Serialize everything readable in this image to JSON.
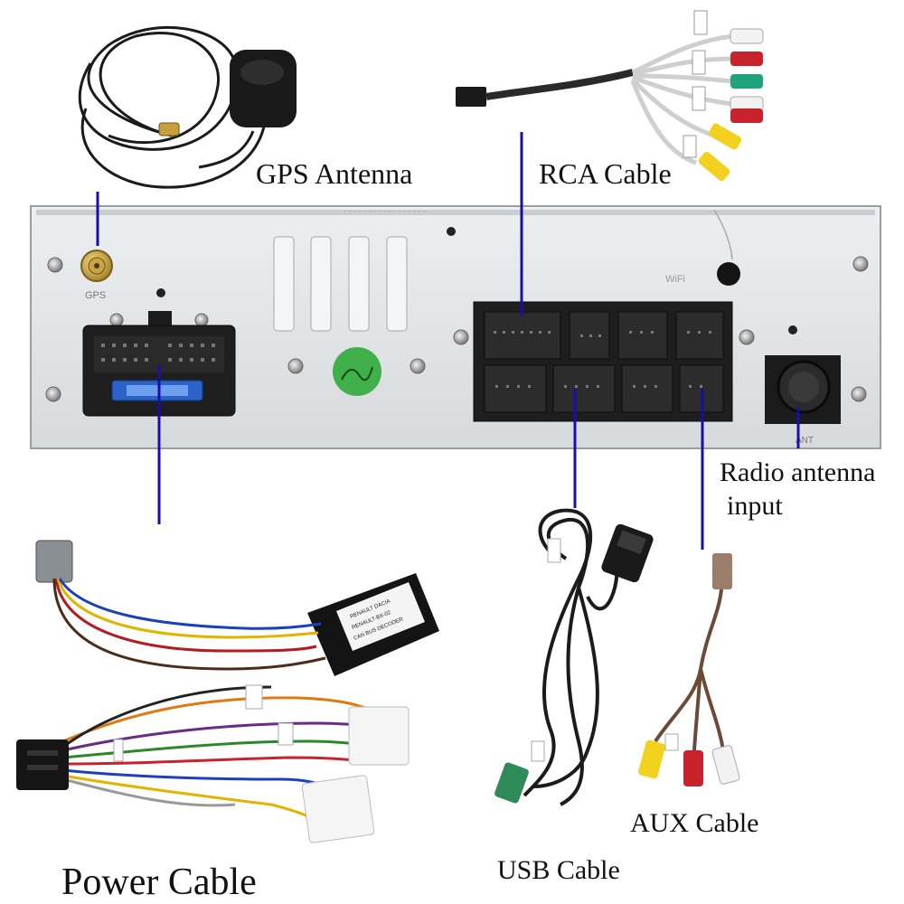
{
  "labels": {
    "gps_antenna": "GPS Antenna",
    "rca_cable": "RCA Cable",
    "radio_antenna_line1": "Radio antenna",
    "radio_antenna_line2": "input",
    "aux_cable": "AUX Cable",
    "usb_cable": "USB Cable",
    "power_cable": "Power Cable"
  },
  "panel_markings": {
    "gps_port": "GPS",
    "wifi_port": "WiFi",
    "antenna_port": "ANT"
  },
  "decoder_box_text": [
    "CAN BUS DECODER",
    "RENAULT-BX-02",
    "RENAULT DACIA"
  ],
  "colors": {
    "pointer_line": "#1a0ea8",
    "panel": "#e4e6e8",
    "cable": "#1c1c1c"
  }
}
